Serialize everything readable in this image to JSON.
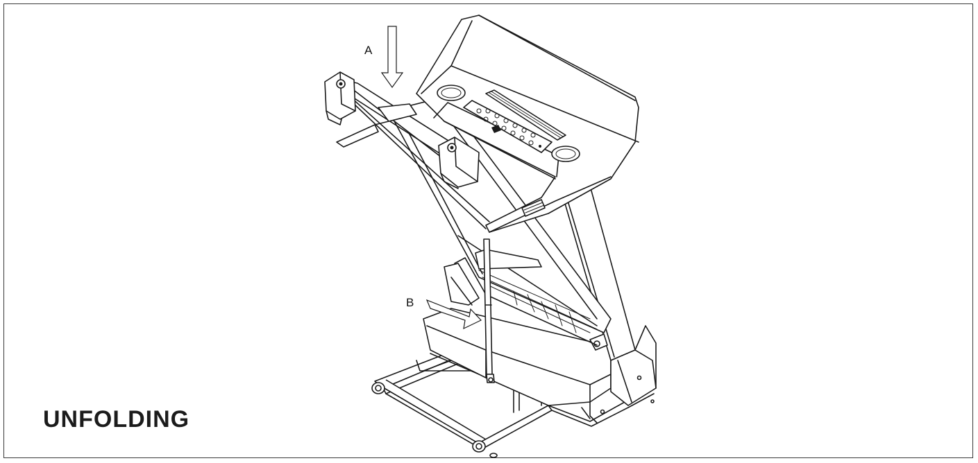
{
  "title": "UNFOLDING",
  "callouts": {
    "a": "A",
    "b": "B"
  },
  "colors": {
    "line": "#1a1a1a",
    "background": "#ffffff",
    "border": "#3a3a3a"
  }
}
